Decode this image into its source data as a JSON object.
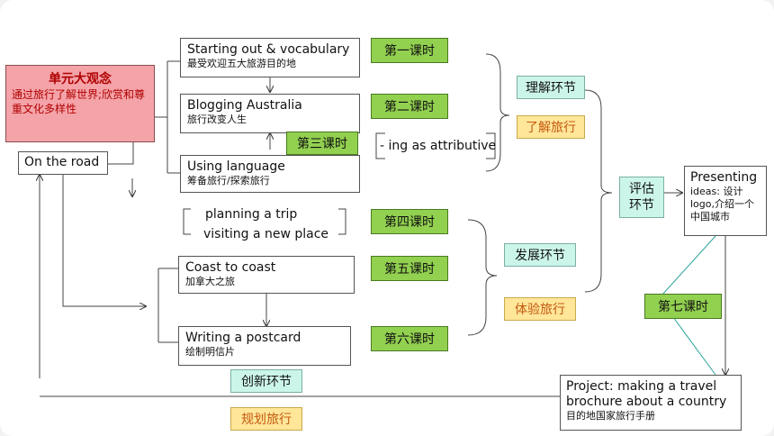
{
  "unit_concept": {
    "title": "单元大观念",
    "text": "通过旅行了解世界;欣赏和尊重文化多样性"
  },
  "on_the_road": "On the road",
  "lessons": [
    {
      "title": "Starting out & vocabulary",
      "subtitle": "最受欢迎五大旅游目的地"
    },
    {
      "title": "Blogging Australia",
      "subtitle": "旅行改变人生"
    },
    {
      "title": "Using language",
      "subtitle": "筹备旅行/探索旅行"
    },
    {
      "title": "Coast to coast",
      "subtitle": "加拿大之旅"
    },
    {
      "title": "Writing a postcard",
      "subtitle": "绘制明信片"
    }
  ],
  "plain_texts": {
    "planning": "planning a trip",
    "visiting": "visiting a new place"
  },
  "ing_box": "- ing as attributive",
  "periods": [
    "第一课时",
    "第二课时",
    "第三课时",
    "第四课时",
    "第五课时",
    "第六课时",
    "第七课时"
  ],
  "stages": {
    "understand": "理解环节",
    "develop": "发展环节",
    "innovate": "创新环节",
    "evaluate": "评估环节"
  },
  "stage_goals": {
    "understand": "了解旅行",
    "experience": "体验旅行",
    "plan": "规划旅行"
  },
  "presenting": {
    "title": "Presenting",
    "text": "ideas: 设计logo,介绍一个中国城市"
  },
  "project": {
    "title": "Project: making a travel brochure about a country",
    "subtitle": "目的地国家旅行手册"
  },
  "colors": {
    "green": "#92d050",
    "cyan": "#ccf5ea",
    "yellow": "#ffe699",
    "orange_text": "#c55a11",
    "pink": "#f4a3a8"
  }
}
